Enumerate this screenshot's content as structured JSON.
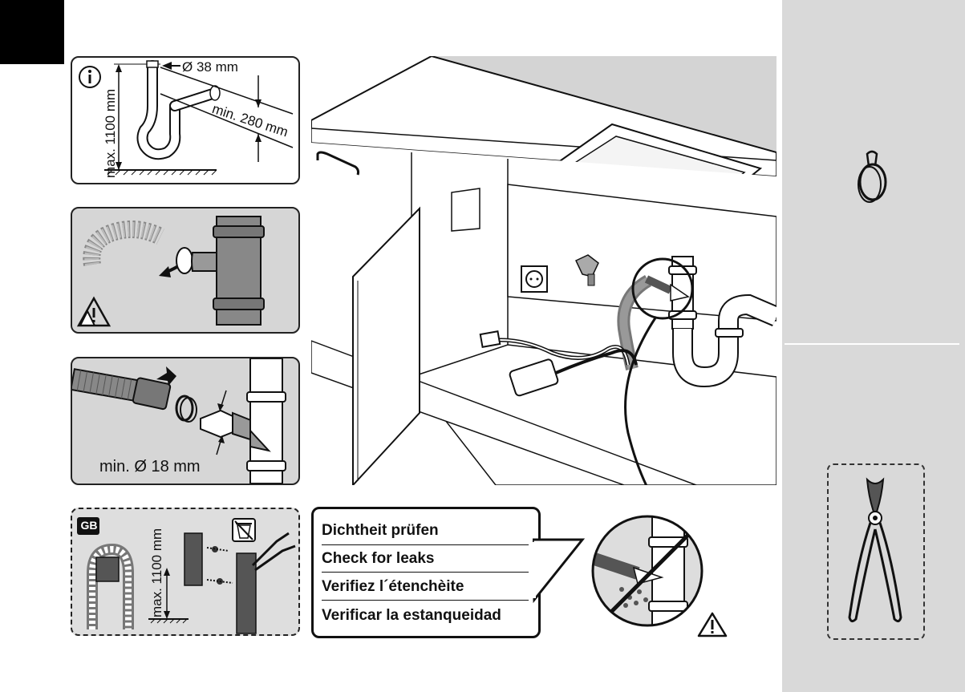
{
  "panel_siphon": {
    "diameter_label": "Ø 38 mm",
    "height_label": "max. 1100 mm",
    "min_height_label": "min. 280 mm",
    "info_icon": "info-icon"
  },
  "panel_hose": {
    "diameter_label": "min. Ø 18 mm"
  },
  "panel_gb": {
    "badge": "GB",
    "height_label": "max. 1100 mm",
    "recycle_icon": "waste-bin-icon"
  },
  "callout": {
    "lines": [
      "Dichtheit prüfen",
      "Check for leaks",
      "Verifiez l´étenchèite",
      "Verificar la estanqueidad"
    ]
  },
  "icons": {
    "warning": "warning-icon",
    "hose_clamp": "hose-clamp-icon",
    "pliers": "pliers-icon"
  },
  "colors": {
    "panel_gray": "#d6d6d6",
    "sidebar_gray": "#d9d9d9",
    "ink": "#111111"
  }
}
